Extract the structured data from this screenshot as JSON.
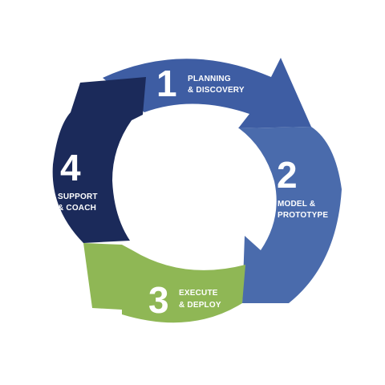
{
  "cycle": {
    "steps": [
      {
        "number": "1",
        "lines": [
          "PLANNING",
          "& DISCOVERY"
        ],
        "color": "#3e5da3"
      },
      {
        "number": "2",
        "lines": [
          "MODEL &",
          "PROTOTYPE"
        ],
        "color": "#4a6bac"
      },
      {
        "number": "3",
        "lines": [
          "EXECUTE",
          "& DEPLOY"
        ],
        "color": "#8fb755"
      },
      {
        "number": "4",
        "lines": [
          "SUPPORT",
          "& COACH"
        ],
        "color": "#1b2a5a"
      }
    ]
  }
}
